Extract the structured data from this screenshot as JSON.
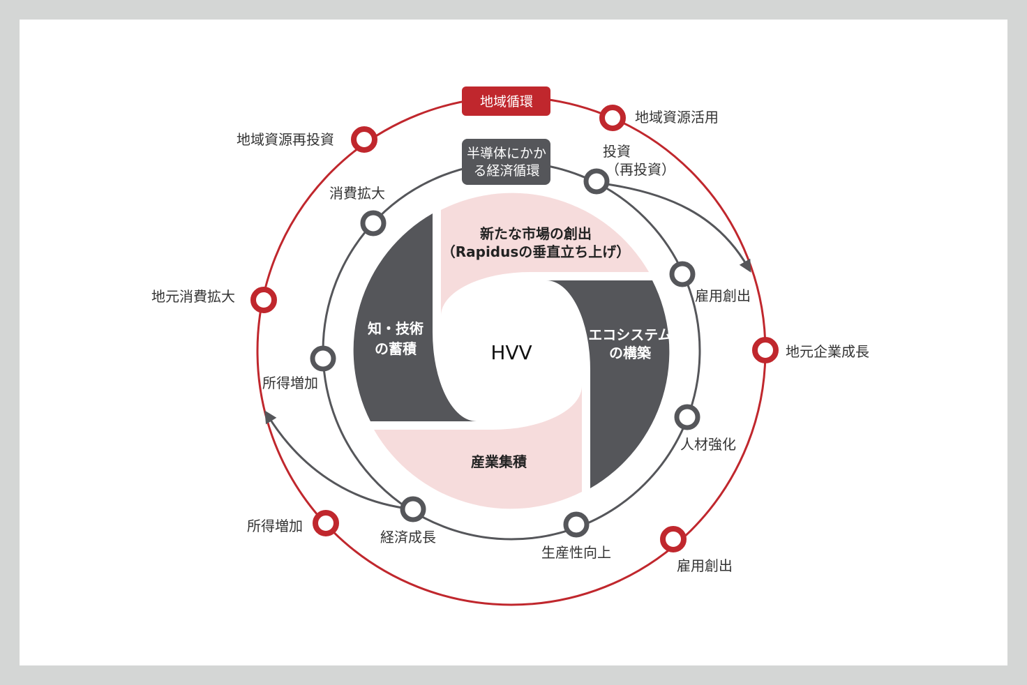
{
  "colors": {
    "red": "#c0272d",
    "dark": "#55565a",
    "pink": "#f6dcdc",
    "text": "#333333"
  },
  "center_label": "HVV",
  "outer_ring": {
    "title": "地域循環",
    "nodes": [
      "地域資源活用",
      "地元企業成長",
      "雇用創出",
      "所得増加",
      "地元消費拡大",
      "地域資源再投資"
    ]
  },
  "inner_ring": {
    "title_line1": "半導体にかか",
    "title_line2": "る経済循環",
    "nodes": [
      "投資",
      "（再投資）",
      "雇用創出",
      "人材強化",
      "生産性向上",
      "経済成長",
      "所得増加",
      "消費拡大"
    ]
  },
  "blades": {
    "top_line1": "新たな市場の創出",
    "top_line2": "（Rapidusの垂直立ち上げ）",
    "right_line1": "エコシステム",
    "right_line2": "の構築",
    "bottom": "産業集積",
    "left_line1": "知・技術",
    "left_line2": "の蓄積"
  }
}
